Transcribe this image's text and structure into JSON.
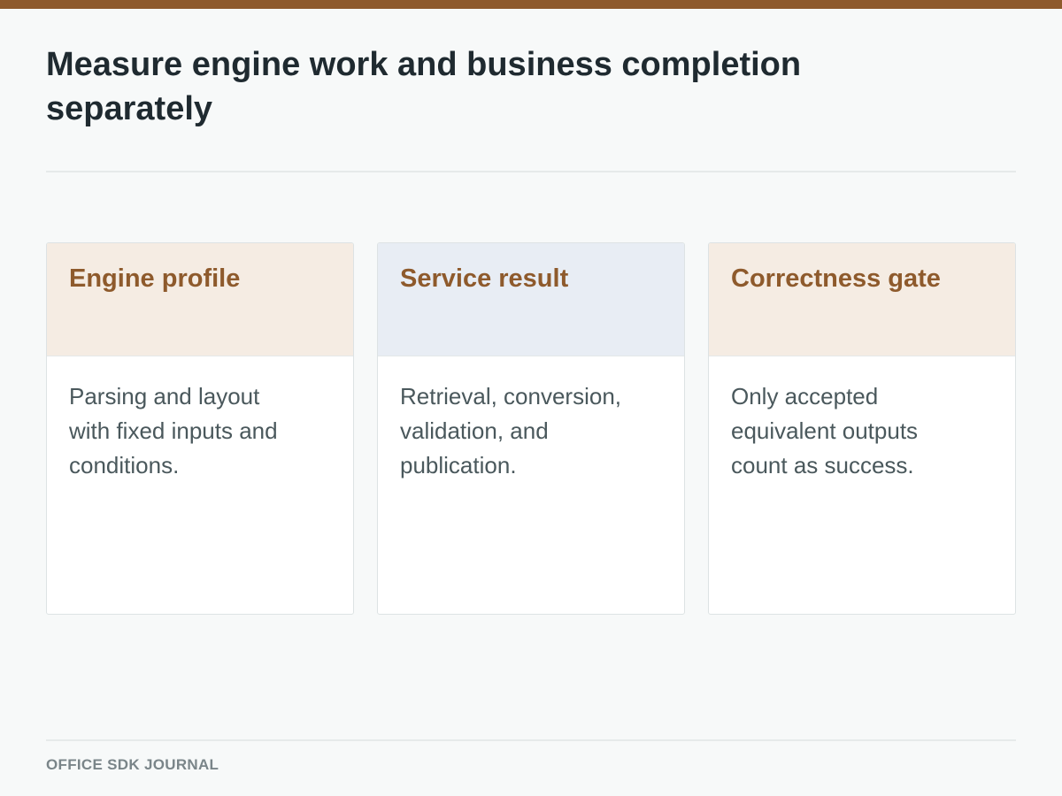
{
  "header": {
    "title": "Measure engine work and business completion separately"
  },
  "cards": [
    {
      "title": "Engine profile",
      "body": "Parsing and layout with fixed inputs and conditions.",
      "head_color": "#f5ece3"
    },
    {
      "title": "Service result",
      "body": "Retrieval, conversion, validation, and publication.",
      "head_color": "#e8edf4"
    },
    {
      "title": "Correctness gate",
      "body": "Only accepted equivalent outputs count as success.",
      "head_color": "#f5ece3"
    }
  ],
  "footer": {
    "label": "OFFICE SDK JOURNAL"
  },
  "colors": {
    "accent": "#8e5a2c",
    "title_text": "#1f2a30",
    "body_text": "#4a585c",
    "background": "#f7f9f9"
  }
}
